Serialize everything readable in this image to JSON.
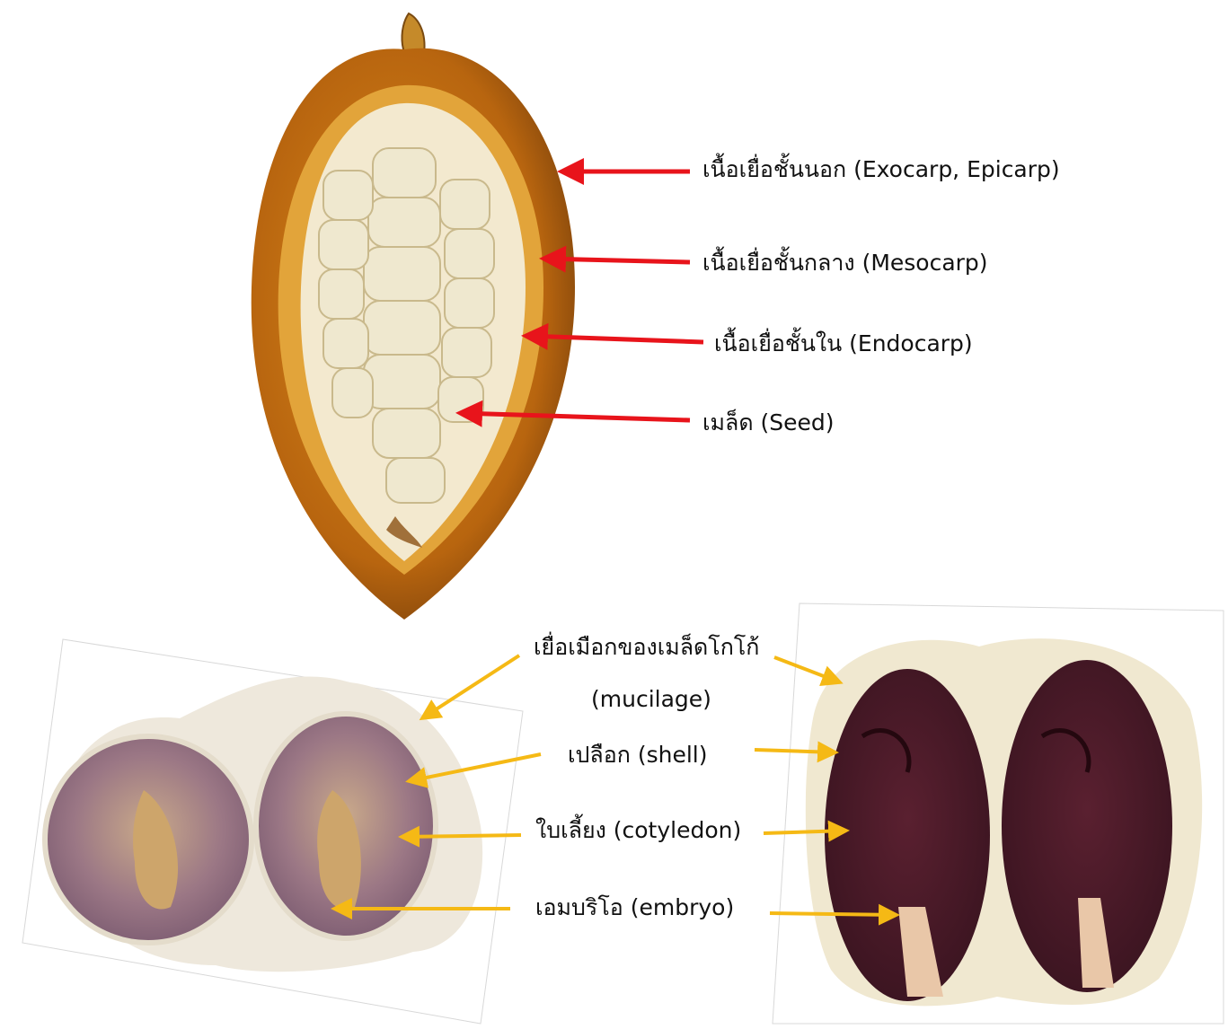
{
  "pod_labels": {
    "exocarp": "เนื้อเยื่อชั้นนอก (Exocarp, Epicarp)",
    "mesocarp": "เนื้อเยื่อชั้นกลาง (Mesocarp)",
    "endocarp": "เนื้อเยื่อชั้นใน (Endocarp)",
    "seed": "เมล็ด (Seed)"
  },
  "bean_labels": {
    "mucilage_line1": "เยื่อเมือกของเมล็ดโกโก้",
    "mucilage_line2": "(mucilage)",
    "shell": "เปลือก (shell)",
    "cotyledon": "ใบเลี้ยง (cotyledon)",
    "embryo": "เอมบริโอ (embryo)"
  },
  "colors": {
    "pod_arrow": "#e8141b",
    "bean_arrow": "#f5b915"
  }
}
